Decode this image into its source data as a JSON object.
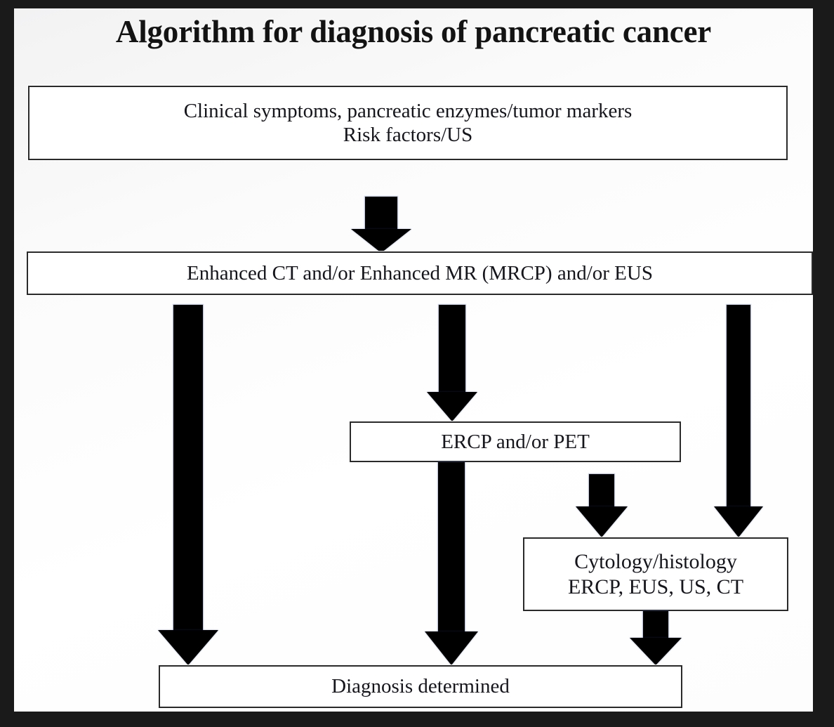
{
  "figure": {
    "title": "Algorithm for diagnosis of pancreatic cancer",
    "type": "flowchart",
    "background_color": "#ffffff",
    "frame_color": "#1a1a1a",
    "box_border_color": "#2a2a2a",
    "arrow_color": "#000000",
    "text_color": "#15151c"
  },
  "nodes": {
    "symptoms": {
      "id": "symptoms",
      "line1": "Clinical symptoms, pancreatic enzymes/tumor markers",
      "line2": "Risk factors/US"
    },
    "imaging": {
      "id": "imaging",
      "line1": "Enhanced CT and/or Enhanced MR (MRCP) and/or EUS"
    },
    "ercp_pet": {
      "id": "ercp_pet",
      "line1": "ERCP and/or PET"
    },
    "cytology": {
      "id": "cytology",
      "line1": "Cytology/histology",
      "line2": "ERCP, EUS, US, CT"
    },
    "diagnosis": {
      "id": "diagnosis",
      "line1": "Diagnosis determined"
    }
  },
  "edges": [
    {
      "id": "symptoms-imaging",
      "from": "symptoms",
      "to": "imaging",
      "icon": "down-arrow-icon"
    },
    {
      "id": "imaging-diagnosis",
      "from": "imaging",
      "to": "diagnosis",
      "icon": "down-arrow-icon"
    },
    {
      "id": "imaging-ercp",
      "from": "imaging",
      "to": "ercp_pet",
      "icon": "down-arrow-icon"
    },
    {
      "id": "imaging-cytology",
      "from": "imaging",
      "to": "cytology",
      "icon": "down-arrow-icon"
    },
    {
      "id": "ercp-diagnosis",
      "from": "ercp_pet",
      "to": "diagnosis",
      "icon": "down-arrow-icon"
    },
    {
      "id": "ercp-cytology",
      "from": "ercp_pet",
      "to": "cytology",
      "icon": "down-arrow-icon"
    },
    {
      "id": "cytology-diagnosis",
      "from": "cytology",
      "to": "diagnosis",
      "icon": "down-arrow-icon"
    }
  ]
}
